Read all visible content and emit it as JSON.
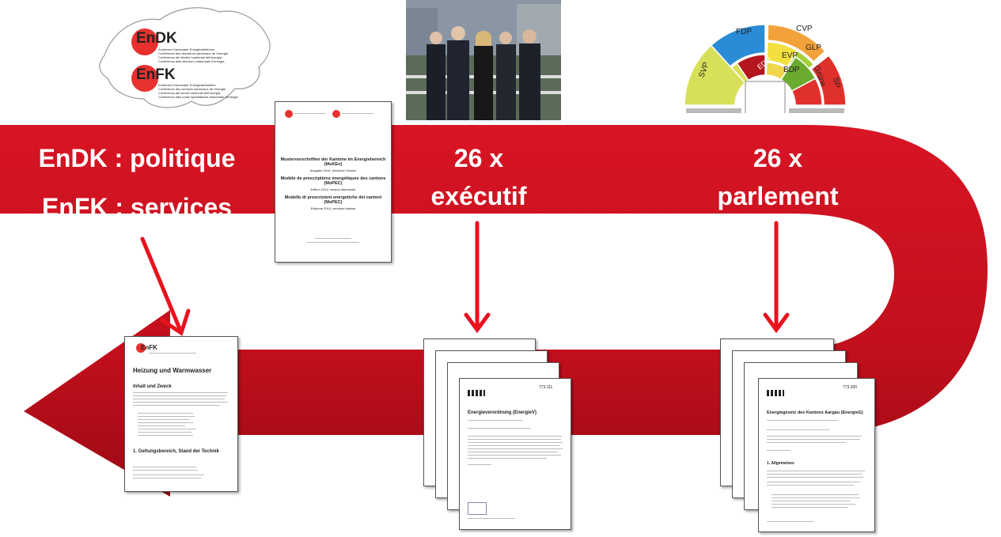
{
  "band": {
    "line1_left": "EnDK : politique",
    "line2_left": "EnFK : services",
    "executive_top": "26 x",
    "executive_bottom": "exécutif",
    "parliament_top": "26 x",
    "parliament_bottom": "parlement"
  },
  "logo_card": {
    "endk_name": "EnDK",
    "endk_lines": [
      "Konferenz Kantonaler Energiedirektoren",
      "Conférence des directeurs cantonaux de l'énergie",
      "Conferenza dei direttori cantonali dell'energia",
      "Conferenza dals directurs chantunals d'energia"
    ],
    "enfk_name": "EnFK",
    "enfk_lines": [
      "Konferenz Kantonaler Energiefachstellen",
      "Conférence des services cantonaux de l'énergie",
      "Conferenza dei servizi cantonali dell'energia",
      "Conferenza dals posts spezialisads chantunals d'energia"
    ]
  },
  "mopec_doc": {
    "title_de": "Mustervorschriften der Kantone im Energiebereich (MuKEn)",
    "sub_de": "Ausgabe 2014, deutsche Version",
    "title_fr": "Modèle de prescriptions énergétiques des cantons (MoPEC)",
    "sub_fr": "Edition 2014, version allemande",
    "title_it": "Modello di prescrizioni energetiche dei cantoni (MoPEC)",
    "sub_it": "Edizione 2014, versione italiana"
  },
  "enfk_doc": {
    "header": "EnFK",
    "title": "Heizung und Warmwasser",
    "section1": "Inhalt und Zweck",
    "section2": "1.  Geltungsbereich, Stand der Technik"
  },
  "exec_doc": {
    "number": "773.111",
    "title": "Energieverordnung (EnergieV)"
  },
  "parl_doc": {
    "number": "773.200",
    "title": "Energiegesetz des Kantons Aargau (EnergieG)",
    "section": "1. Allgemeines"
  },
  "parliament_seats": {
    "parties": [
      "SVP",
      "FDP",
      "CVP",
      "GLP",
      "EVP",
      "BDP",
      "EDU",
      "Grüne",
      "SP"
    ],
    "colors": {
      "SVP": "#d8e05a",
      "FDP": "#2a8bd6",
      "CVP": "#f2a23a",
      "GLP": "#a7cf3b",
      "EVP": "#f3e040",
      "BDP": "#f0d64a",
      "EDU": "#b4161e",
      "Grüne": "#6aaa2e",
      "SP": "#e0302c"
    }
  },
  "colors": {
    "band": "#c8101e",
    "band_dark": "#9e0a14",
    "arrow": "#e8121e"
  }
}
